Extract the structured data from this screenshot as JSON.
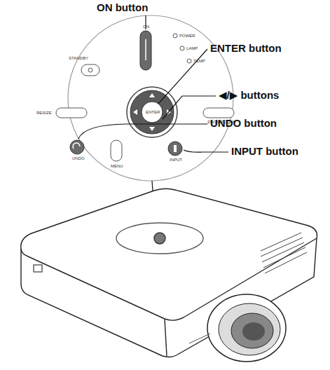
{
  "diagram": {
    "labels": [
      "ON button",
      "ON",
      "POWER",
      "LAMP",
      "TEMP",
      "STANDBY",
      "RESIZE",
      "ENTER",
      "ZOOM/FOCUS",
      "UNDO",
      "MENU",
      "INPUT",
      "ENTER button",
      "◀/▶ buttons",
      "UNDO button",
      "INPUT button"
    ]
  }
}
